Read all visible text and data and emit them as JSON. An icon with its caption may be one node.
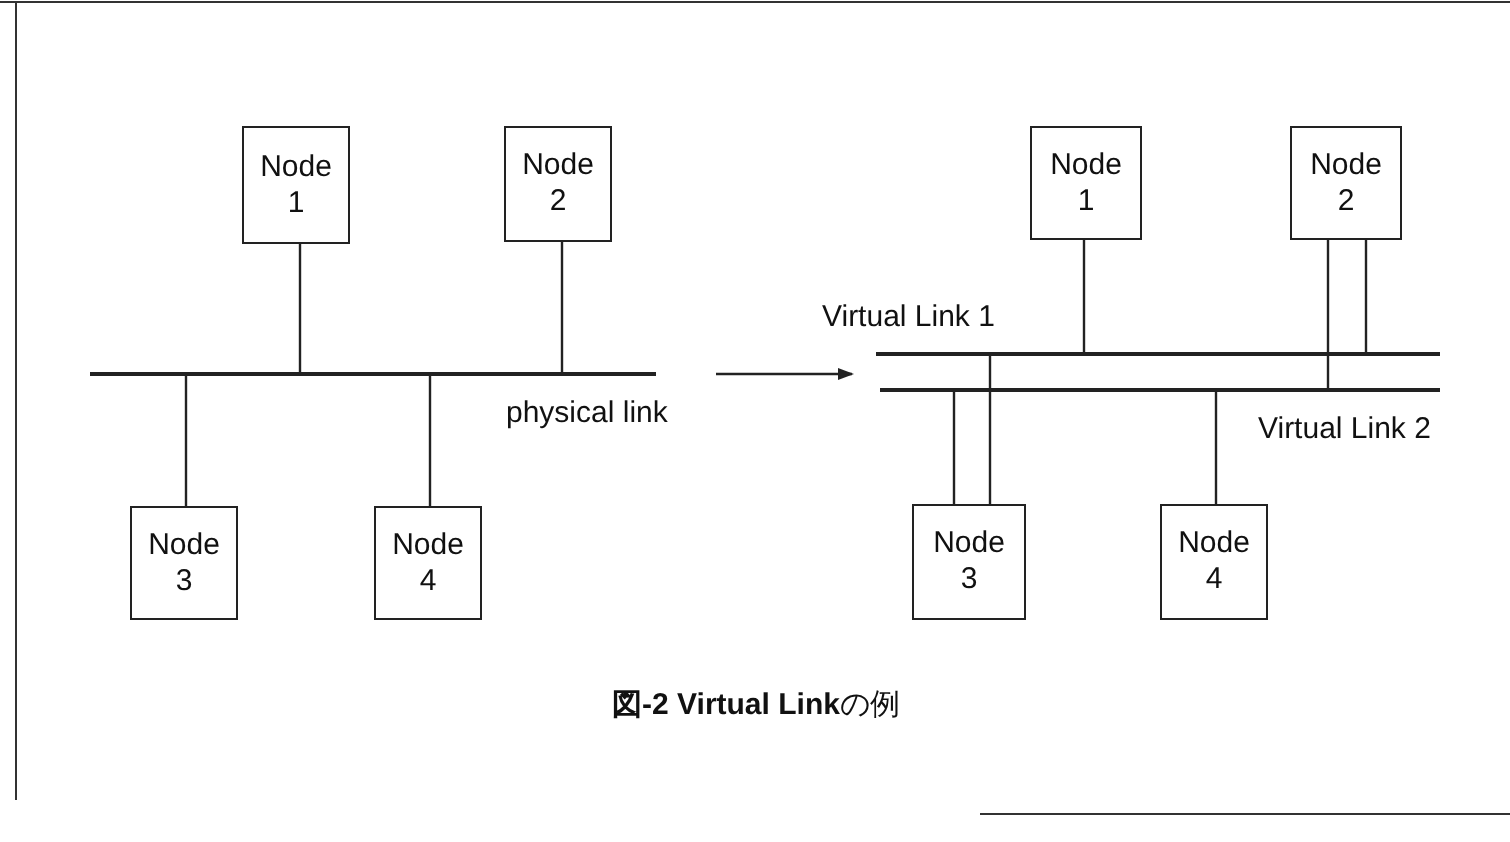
{
  "diagram": {
    "caption": "**図-2 Virtual Link**の例",
    "nodes": [
      {
        "text": [
          "Node 1"
        ]
      },
      {
        "text": [
          "Node 2"
        ]
      },
      {
        "text": [
          "Node 3"
        ]
      },
      {
        "text": [
          "Node 4"
        ]
      },
      {
        "text": [],
        "shape": "bar",
        "beside": [
          "physical link"
        ]
      },
      {
        "text": [
          "Node 1"
        ]
      },
      {
        "text": [
          "Node 2"
        ]
      },
      {
        "text": [
          "Node 3"
        ]
      },
      {
        "text": [
          "Node 4"
        ]
      },
      {
        "text": [],
        "shape": "bar",
        "beside": [
          "Virtual Link 1"
        ]
      },
      {
        "text": [],
        "shape": "bar",
        "beside": [
          "Virtual Link 2"
        ]
      }
    ],
    "edges": [
      {
        "from": 0,
        "to": 4,
        "arrow": "none"
      },
      {
        "from": 1,
        "to": 4,
        "arrow": "none"
      },
      {
        "from": 4,
        "to": 2,
        "arrow": "none"
      },
      {
        "from": 4,
        "to": 3,
        "arrow": "none"
      },
      {
        "from": 5,
        "to": 9,
        "arrow": "none"
      },
      {
        "from": 6,
        "to": 9,
        "arrow": "none"
      },
      {
        "from": 6,
        "to": 10,
        "arrow": "none"
      },
      {
        "from": 9,
        "to": 7,
        "arrow": "none"
      },
      {
        "from": 10,
        "to": 7,
        "arrow": "none"
      },
      {
        "from": 10,
        "to": 8,
        "arrow": "none"
      }
    ]
  }
}
